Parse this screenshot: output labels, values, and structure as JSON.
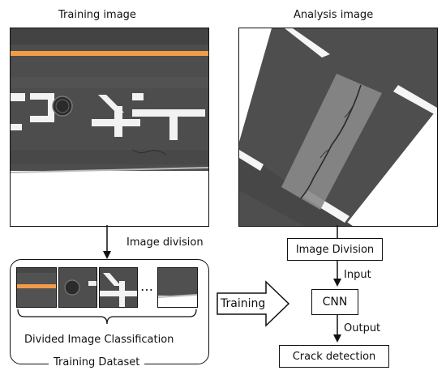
{
  "titles": {
    "training_image": "Training image",
    "analysis_image": "Analysis image"
  },
  "labels": {
    "image_division_step": "Image division",
    "divided_image_classification": "Divided Image Classification",
    "training_dataset": "Training Dataset",
    "ellipsis": "…",
    "training_arrow": "Training"
  },
  "pipeline": {
    "image_division_box": "Image Division",
    "input_label": "Input",
    "cnn_box": "CNN",
    "output_label": "Output",
    "crack_detection_box": "Crack detection"
  },
  "photo_text": {
    "training_marking_chars": "ロ 卅"
  },
  "colors": {
    "asphalt": "#4a4a4a",
    "asphalt_dark": "#3b3b3b",
    "marking_white": "#f4f4f4",
    "marking_orange": "#f29c4a",
    "sealant": "#8a8a8a",
    "line": "#111111"
  }
}
